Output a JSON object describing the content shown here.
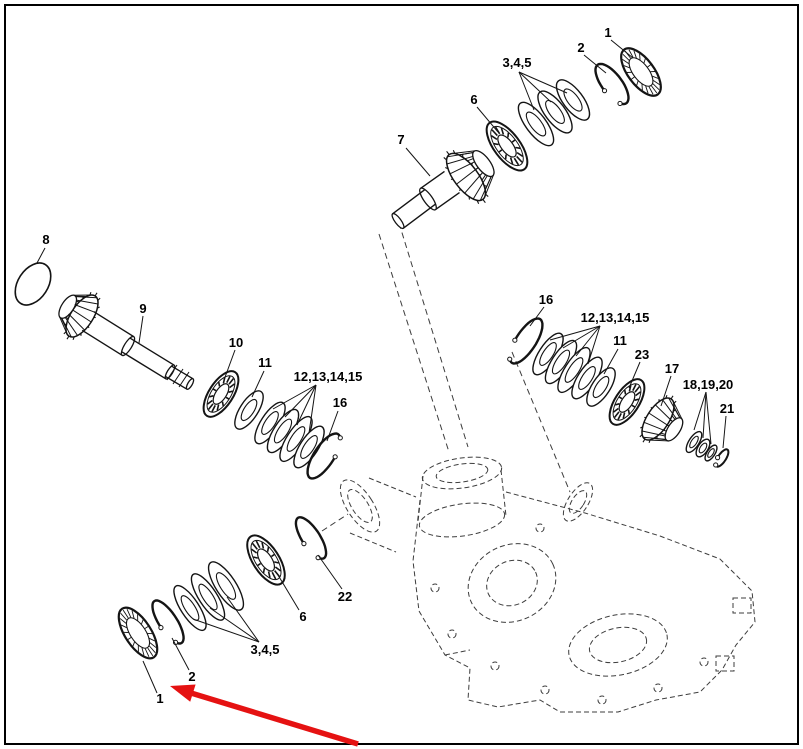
{
  "diagram": {
    "labels": {
      "t7": "7",
      "t6": "6",
      "t345": "3,4,5",
      "t2": "2",
      "t1": "1",
      "l8": "8",
      "l9": "9",
      "l10": "10",
      "l11": "11",
      "l1215": "12,13,14,15",
      "l16": "16",
      "r16": "16",
      "r1215": "12,13,14,15",
      "r11": "11",
      "r23": "23",
      "r17": "17",
      "r181920": "18,19,20",
      "r21": "21",
      "b22": "22",
      "b6": "6",
      "b345": "3,4,5",
      "b2": "2",
      "b1": "1"
    },
    "colors": {
      "line": "#141414",
      "housing": "#3d3d3d",
      "arrow": "#e51212",
      "frame": "#000000"
    }
  }
}
